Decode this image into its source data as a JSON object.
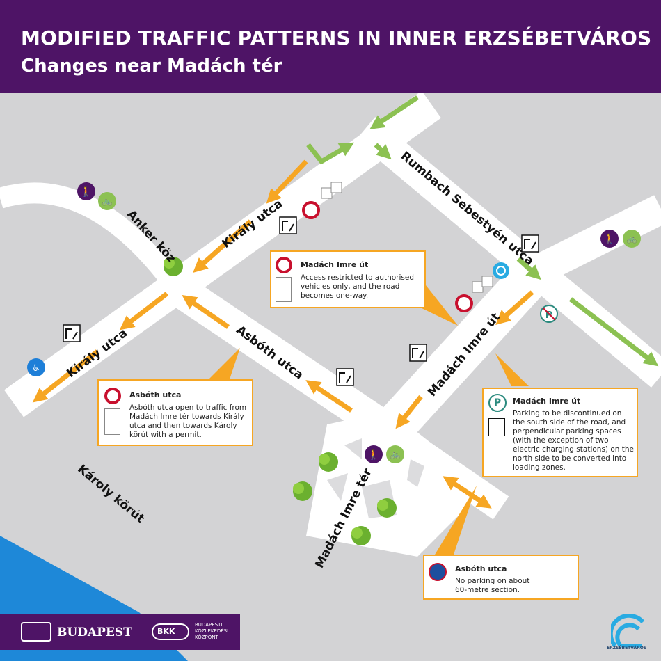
{
  "header": {
    "title": "MODIFIED TRAFFIC PATTERNS IN INNER ERZSÉBETVÁROS",
    "subtitle": "Changes near Madách tér"
  },
  "streets": {
    "kiraly_upper": "Király utca",
    "kiraly_lower": "Király utca",
    "anker": "Anker köz",
    "rumbach": "Rumbach Sebestyén utca",
    "asboth": "Asbóth utca",
    "madach_ut": "Madách Imre út",
    "madach_ter": "Madách Imre tér",
    "karoly": "Károly körút"
  },
  "info_boxes": {
    "madach_access": {
      "title": "Madách Imre út",
      "text": "Access restricted to authorised vehicles only, and the road becomes one-way."
    },
    "asboth_open": {
      "title": "Asbóth utca",
      "text": "Asbóth utca open to traffic from Madách Imre tér towards Király utca and then towards Károly körút with a permit."
    },
    "madach_parking": {
      "title": "Madách Imre út",
      "text": "Parking to be discontinued on the south side of the road, and perpendicular parking spaces (with the exception of two electric charging stations) on the north side to be converted into loading zones."
    },
    "asboth_noparking": {
      "title": "Asbóth utca",
      "text": "No parking on about 60-metre section."
    }
  },
  "footer": {
    "budapest": "BUDAPEST",
    "bkk": "BKK",
    "bkk_text": [
      "BUDAPESTI",
      "KÖZLEKEDÉSI",
      "KÖZPONT"
    ],
    "erzsebetvaros": "ERZSÉBETVÁROS"
  },
  "colors": {
    "purple": "#4e1466",
    "orange": "#f6a623",
    "green": "#8cc152",
    "red": "#c8102e",
    "blue": "#1e7fd8",
    "road": "#ffffff",
    "block": "#d3d3d5"
  }
}
